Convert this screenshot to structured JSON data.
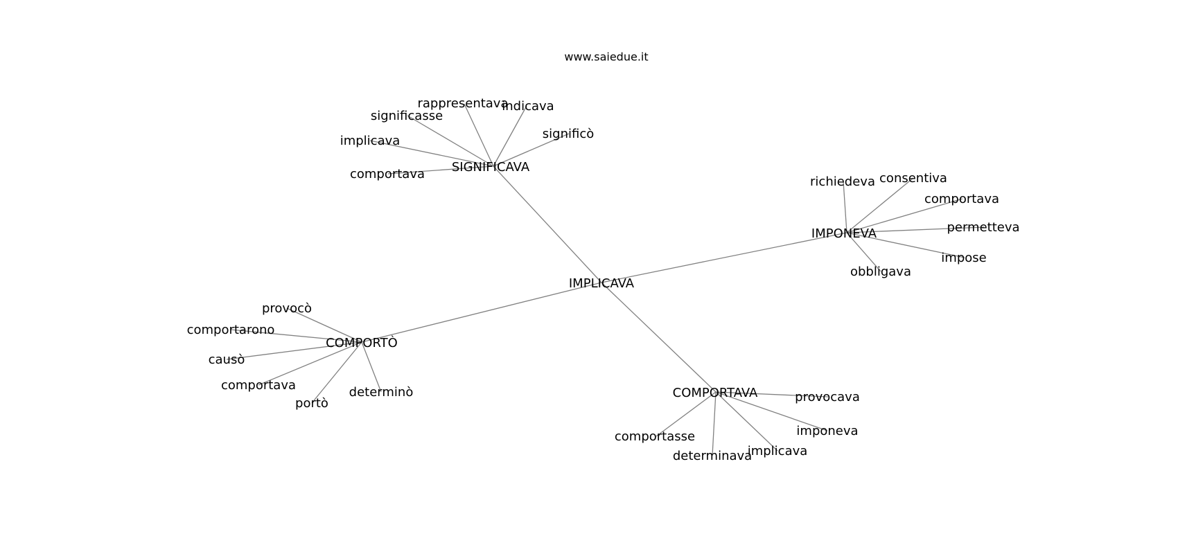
{
  "watermark": "www.saiedue.it",
  "graph": {
    "center": "IMPLICAVA",
    "hubs": [
      {
        "id": "significava",
        "label": "SIGNIFICAVA",
        "leaves": [
          "rappresentava",
          "indicava",
          "significasse",
          "significò",
          "implicava",
          "comportava"
        ]
      },
      {
        "id": "imponeva",
        "label": "IMPONEVA",
        "leaves": [
          "richiedeva",
          "consentiva",
          "comportava",
          "permetteva",
          "impose",
          "obbligava"
        ]
      },
      {
        "id": "comporto",
        "label": "COMPORTÒ",
        "leaves": [
          "provocò",
          "comportarono",
          "causò",
          "comportava",
          "portò",
          "determinò"
        ]
      },
      {
        "id": "comportava",
        "label": "COMPORTAVA",
        "leaves": [
          "provocava",
          "imponeva",
          "implicava",
          "determinava",
          "comportasse"
        ]
      }
    ]
  }
}
